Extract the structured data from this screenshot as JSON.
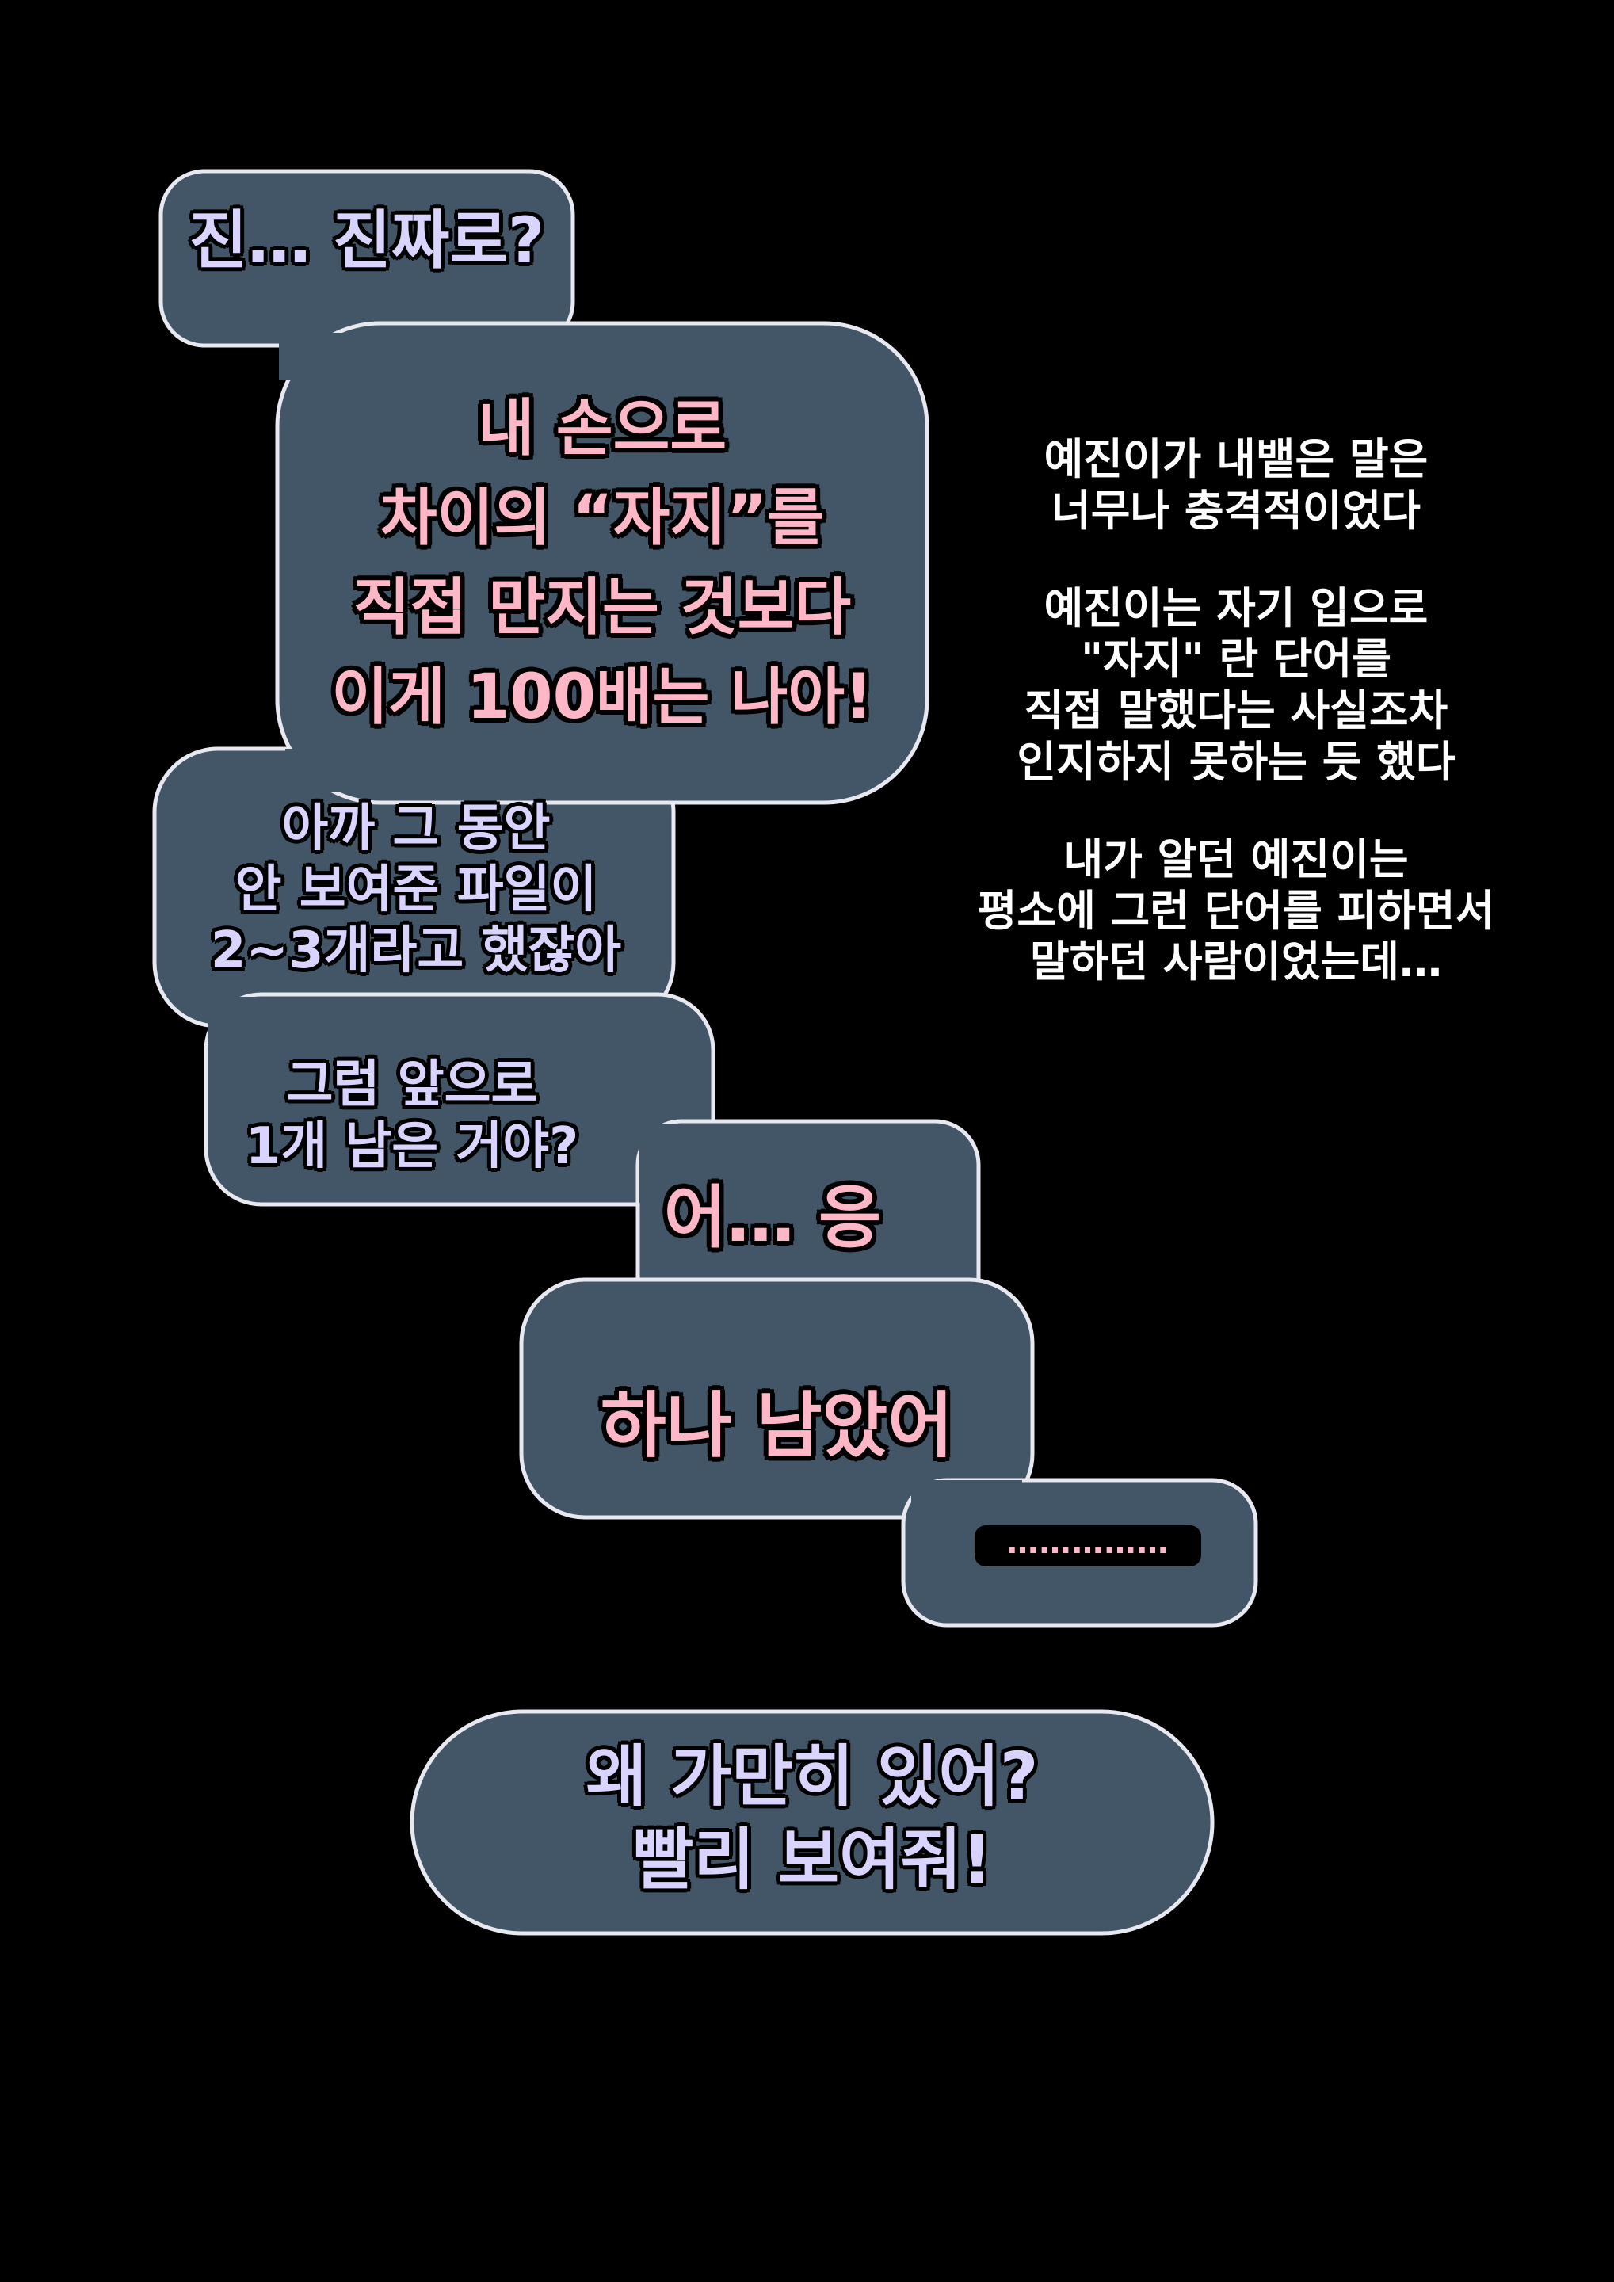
{
  "colors": {
    "background": "#000000",
    "bubble_fill": "#435667",
    "bubble_stroke": "#e8e8f0",
    "lavender_text": "#d8d4ff",
    "pink_text": "#ffb6c6",
    "narration_text": "#ffffff"
  },
  "bubbles": {
    "b1": {
      "lines": [
        "진… 진짜로?"
      ]
    },
    "b2": {
      "lines": [
        "내 손으로",
        "차이의 “자지”를",
        "직접 만지는 것보다",
        "이게 100배는 나아!"
      ]
    },
    "b3": {
      "lines": [
        "아까 그 동안",
        "안 보여준 파일이",
        "2~3개라고 했잖아"
      ]
    },
    "b4": {
      "lines": [
        "그럼 앞으로",
        "1개 남은 거야?"
      ]
    },
    "b5": {
      "lines": [
        "어… 응"
      ]
    },
    "b6": {
      "lines": [
        "하나 남았어"
      ]
    },
    "b7": {
      "text": "……………"
    },
    "b8": {
      "lines": [
        "왜 가만히 있어?",
        "빨리 보여줘!"
      ]
    }
  },
  "narration": {
    "p1": [
      "예진이가 내뱉은 말은",
      "너무나 충격적이었다"
    ],
    "p2": [
      "예진이는 자기 입으로",
      "\"자지\" 란 단어를",
      "직접 말했다는 사실조차",
      "인지하지 못하는 듯 했다"
    ],
    "p3": [
      "내가 알던 예진이는",
      "평소에 그런 단어를 피하면서",
      "말하던 사람이었는데…"
    ]
  }
}
